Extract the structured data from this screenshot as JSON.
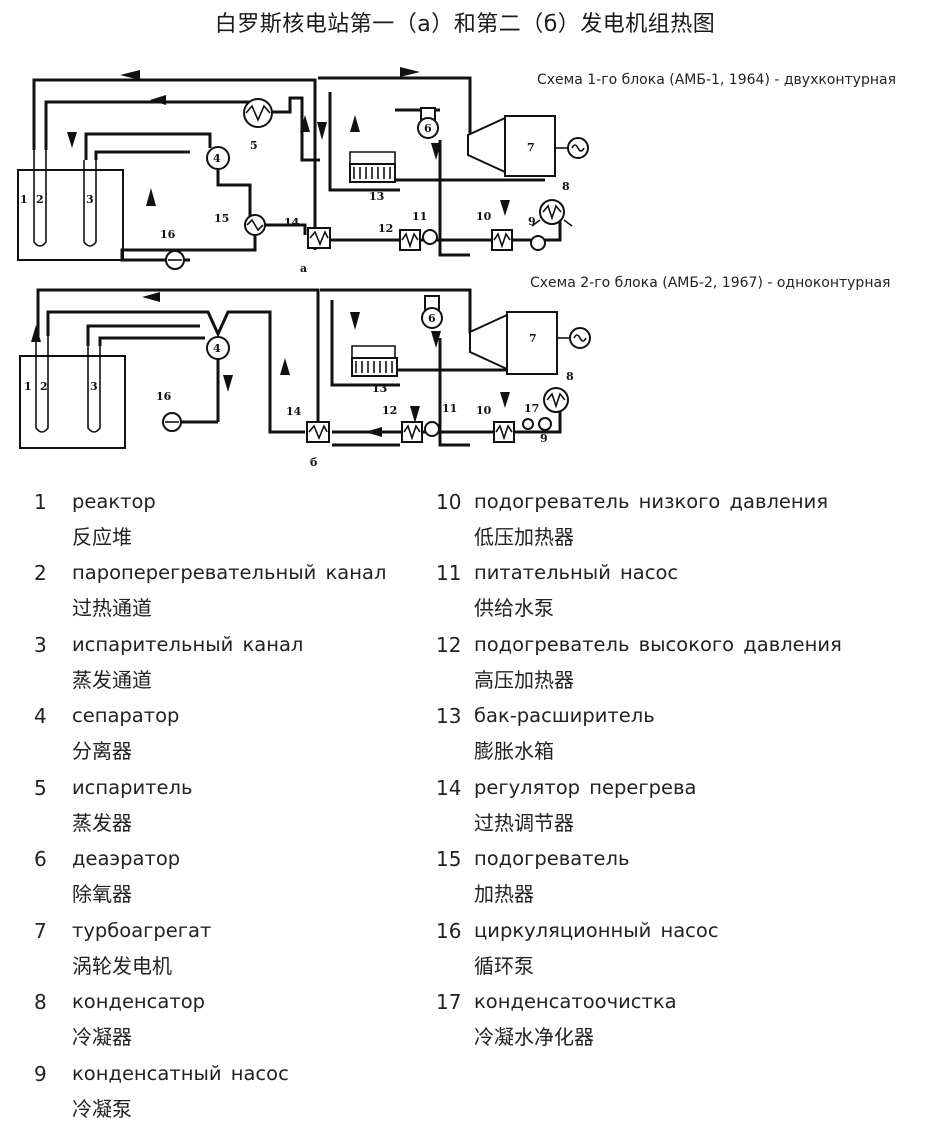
{
  "title": "白罗斯核电站第一（a）和第二（б）发电机组热图",
  "scheme_a": {
    "caption": "Схема 1-го блока (АМБ-1, 1964) - двухконтурная",
    "sublabel": "а",
    "numbers": [
      "1",
      "2",
      "3",
      "4",
      "5",
      "6",
      "7",
      "8",
      "9",
      "10",
      "11",
      "12",
      "13",
      "14",
      "15",
      "16"
    ]
  },
  "scheme_b": {
    "caption": "Схема 2-го блока (АМБ-2, 1967) - одноконтурная",
    "sublabel": "б",
    "numbers": [
      "1",
      "2",
      "3",
      "4",
      "6",
      "7",
      "8",
      "9",
      "10",
      "11",
      "12",
      "13",
      "14",
      "16",
      "17"
    ]
  },
  "legend": [
    {
      "num": "1",
      "ru": "реактор",
      "zh": "反应堆"
    },
    {
      "num": "2",
      "ru": "пароперегревательный канал",
      "zh": "过热通道"
    },
    {
      "num": "3",
      "ru": "испарительный канал",
      "zh": "蒸发通道"
    },
    {
      "num": "4",
      "ru": "сепаратор",
      "zh": "分离器"
    },
    {
      "num": "5",
      "ru": "испаритель",
      "zh": "蒸发器"
    },
    {
      "num": "6",
      "ru": "деаэратор",
      "zh": "除氧器"
    },
    {
      "num": "7",
      "ru": "турбоагрегат",
      "zh": "涡轮发电机"
    },
    {
      "num": "8",
      "ru": "конденсатор",
      "zh": "冷凝器"
    },
    {
      "num": "9",
      "ru": "конденсатный насос",
      "zh": "冷凝泵"
    },
    {
      "num": "10",
      "ru": "подогреватель низкого давления",
      "zh": "低压加热器"
    },
    {
      "num": "11",
      "ru": "питательный насос",
      "zh": "供给水泵"
    },
    {
      "num": "12",
      "ru": "подогреватель высокого давления",
      "zh": "高压加热器"
    },
    {
      "num": "13",
      "ru": "бак-расширитель",
      "zh": "膨胀水箱"
    },
    {
      "num": "14",
      "ru": "регулятор перегрева",
      "zh": "过热调节器"
    },
    {
      "num": "15",
      "ru": "подогреватель",
      "zh": "加热器"
    },
    {
      "num": "16",
      "ru": "циркуляционный насос",
      "zh": "循环泵"
    },
    {
      "num": "17",
      "ru": "конденсатоочистка",
      "zh": "冷凝水净化器"
    }
  ]
}
